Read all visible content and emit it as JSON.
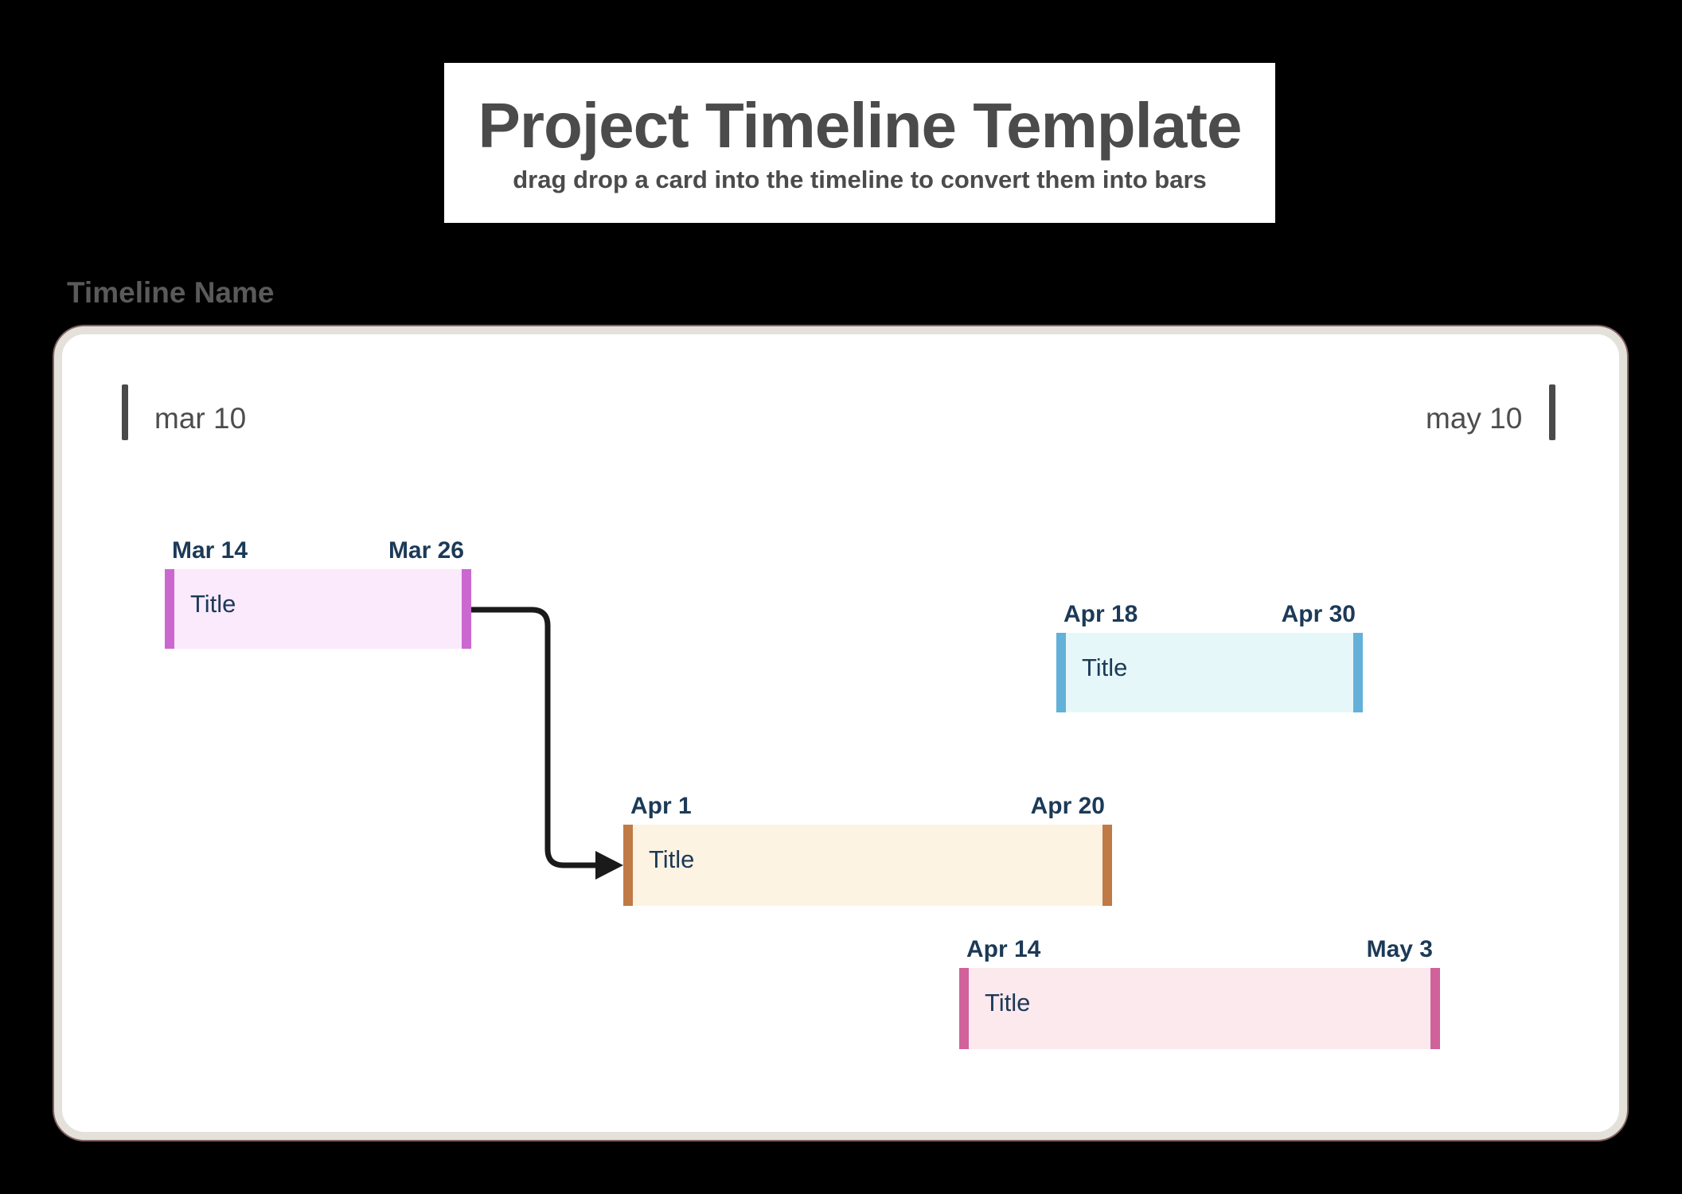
{
  "header": {
    "title": "Project Timeline Template",
    "subtitle": "drag drop a card into the timeline to convert them into bars"
  },
  "timeline": {
    "name": "Timeline Name",
    "range_start_label": "mar 10",
    "range_end_label": "may 10",
    "bars": [
      {
        "title": "Title",
        "start_date": "Mar 14",
        "end_date": "Mar 26",
        "fill_color": "#fbe9fc",
        "cap_color": "#ca68d0"
      },
      {
        "title": "Title",
        "start_date": "Apr 18",
        "end_date": "Apr 30",
        "fill_color": "#e6f7f9",
        "cap_color": "#63b1d9"
      },
      {
        "title": "Title",
        "start_date": "Apr 1",
        "end_date": "Apr 20",
        "fill_color": "#fdf3e3",
        "cap_color": "#c07a45"
      },
      {
        "title": "Title",
        "start_date": "Apr 14",
        "end_date": "May 3",
        "fill_color": "#fce9ee",
        "cap_color": "#d0619b"
      }
    ],
    "connector": {
      "from_bar": "Mar 14 - Mar 26",
      "to_bar": "Apr 1 - Apr 20",
      "color": "#1a1a1a"
    }
  },
  "colors": {
    "canvas_background": "#000000",
    "card_background": "#ffffff",
    "container_border": "#e4e1da",
    "tick_color": "#4a4a4a",
    "date_text": "#1c3a57",
    "muted_text": "#4d4d4d"
  }
}
